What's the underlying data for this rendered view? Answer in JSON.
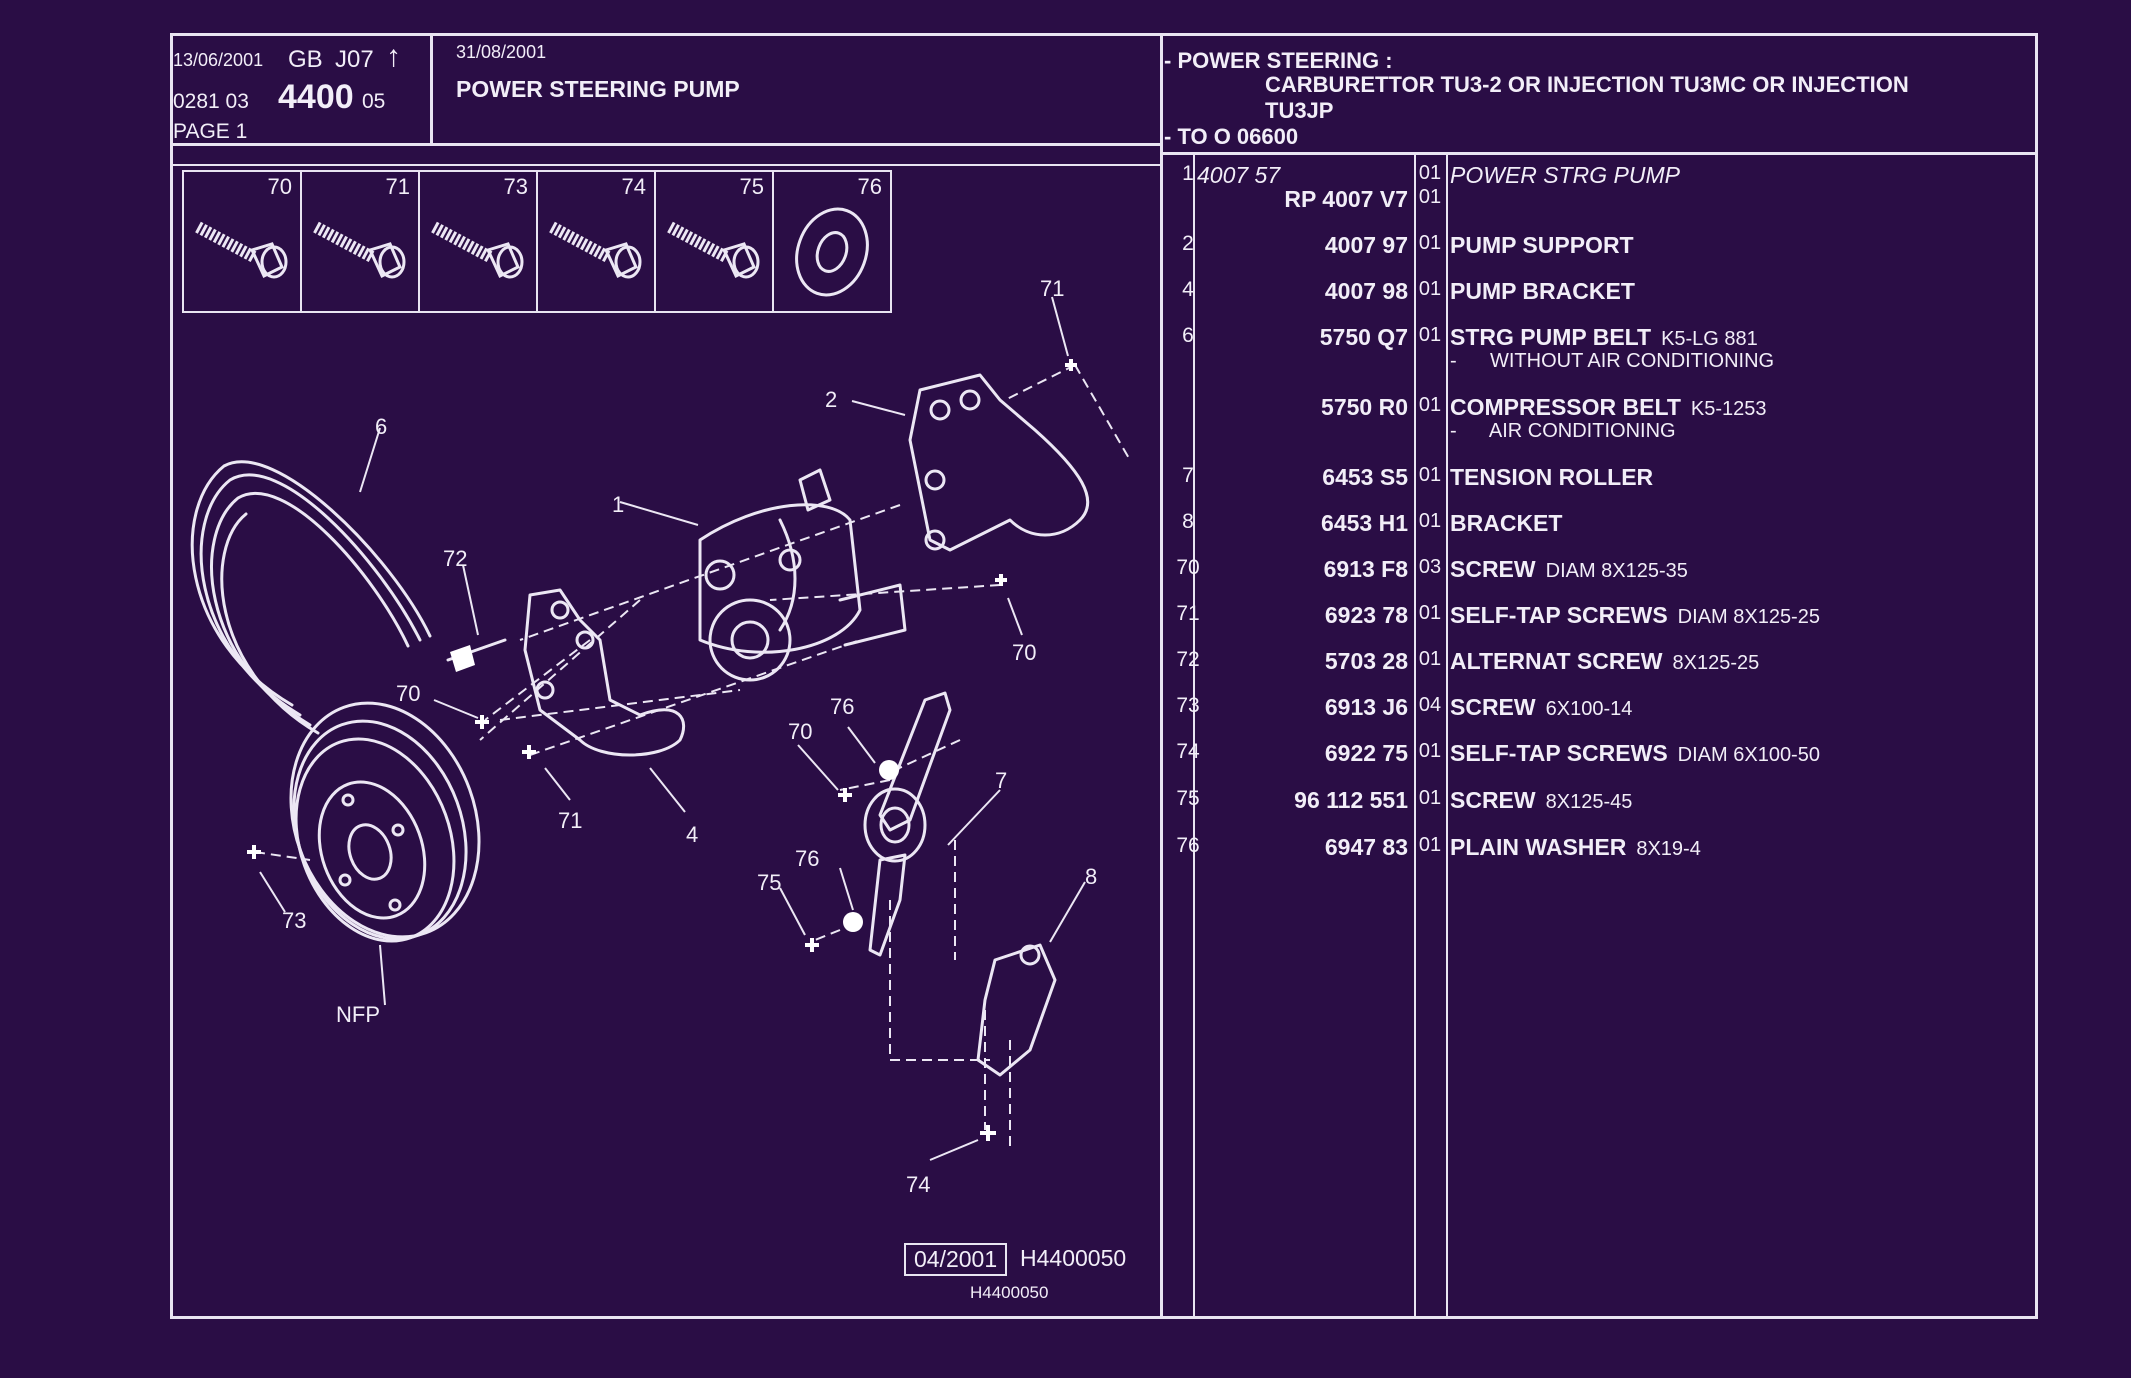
{
  "header": {
    "date1": "13/06/2001",
    "country": "GB",
    "code": "J07",
    "arrow": "↑",
    "ref_prefix": "0281 03",
    "ref_main": "4400",
    "ref_suffix": "05",
    "page": "PAGE 1",
    "date2": "31/08/2001",
    "title": "POWER STEERING PUMP",
    "app_line1": "- POWER STEERING :",
    "app_line2": "CARBURETTOR TU3-2 OR INJECTION TU3MC OR INJECTION",
    "app_line3": "TU3JP",
    "app_line4": "- TO O 06600"
  },
  "thumbnails": [
    "70",
    "71",
    "73",
    "74",
    "75",
    "76"
  ],
  "callouts": {
    "c1": "1",
    "c2": "2",
    "c4": "4",
    "c6": "6",
    "c7": "7",
    "c8": "8",
    "c70a": "70",
    "c70b": "70",
    "c70c": "70",
    "c71a": "71",
    "c71b": "71",
    "c72": "72",
    "c73": "73",
    "c74": "74",
    "c75": "75",
    "c76a": "76",
    "c76b": "76",
    "nfp": "NFP"
  },
  "footer": {
    "edition": "04/2001",
    "figure_ref": "H4400050",
    "figure_ref_small": "H4400050"
  },
  "parts": [
    {
      "item": "1",
      "ref": "4007 57",
      "qty": "01",
      "desc": "POWER STRG PUMP",
      "spec": "",
      "note": ""
    },
    {
      "item": "",
      "ref": "RP 4007 V7",
      "qty": "01",
      "desc": "",
      "spec": "",
      "note": ""
    },
    {
      "item": "2",
      "ref": "4007 97",
      "qty": "01",
      "desc": "PUMP SUPPORT",
      "spec": "",
      "note": ""
    },
    {
      "item": "4",
      "ref": "4007 98",
      "qty": "01",
      "desc": "PUMP BRACKET",
      "spec": "",
      "note": ""
    },
    {
      "item": "6",
      "ref": "5750 Q7",
      "qty": "01",
      "desc": "STRG PUMP BELT",
      "spec": "K5-LG 881",
      "note": "-      WITHOUT AIR CONDITIONING"
    },
    {
      "item": "",
      "ref": "5750 R0",
      "qty": "01",
      "desc": "COMPRESSOR BELT",
      "spec": "K5-1253",
      "note": "-      AIR CONDITIONING"
    },
    {
      "item": "7",
      "ref": "6453 S5",
      "qty": "01",
      "desc": "TENSION ROLLER",
      "spec": "",
      "note": ""
    },
    {
      "item": "8",
      "ref": "6453 H1",
      "qty": "01",
      "desc": "BRACKET",
      "spec": "",
      "note": ""
    },
    {
      "item": "70",
      "ref": "6913 F8",
      "qty": "03",
      "desc": "SCREW",
      "spec": "DIAM 8X125-35",
      "note": ""
    },
    {
      "item": "71",
      "ref": "6923 78",
      "qty": "01",
      "desc": "SELF-TAP SCREWS",
      "spec": "DIAM 8X125-25",
      "note": ""
    },
    {
      "item": "72",
      "ref": "5703 28",
      "qty": "01",
      "desc": "ALTERNAT SCREW",
      "spec": "8X125-25",
      "note": ""
    },
    {
      "item": "73",
      "ref": "6913 J6",
      "qty": "04",
      "desc": "SCREW",
      "spec": "6X100-14",
      "note": ""
    },
    {
      "item": "74",
      "ref": "6922 75",
      "qty": "01",
      "desc": "SELF-TAP SCREWS",
      "spec": "DIAM 6X100-50",
      "note": ""
    },
    {
      "item": "75",
      "ref": "96 112 551",
      "qty": "01",
      "desc": "SCREW",
      "spec": "8X125-45",
      "note": ""
    },
    {
      "item": "76",
      "ref": "6947 83",
      "qty": "01",
      "desc": "PLAIN WASHER",
      "spec": "8X19-4",
      "note": ""
    }
  ],
  "colors": {
    "background": "#2a0d45",
    "line": "#e9e4f2"
  }
}
